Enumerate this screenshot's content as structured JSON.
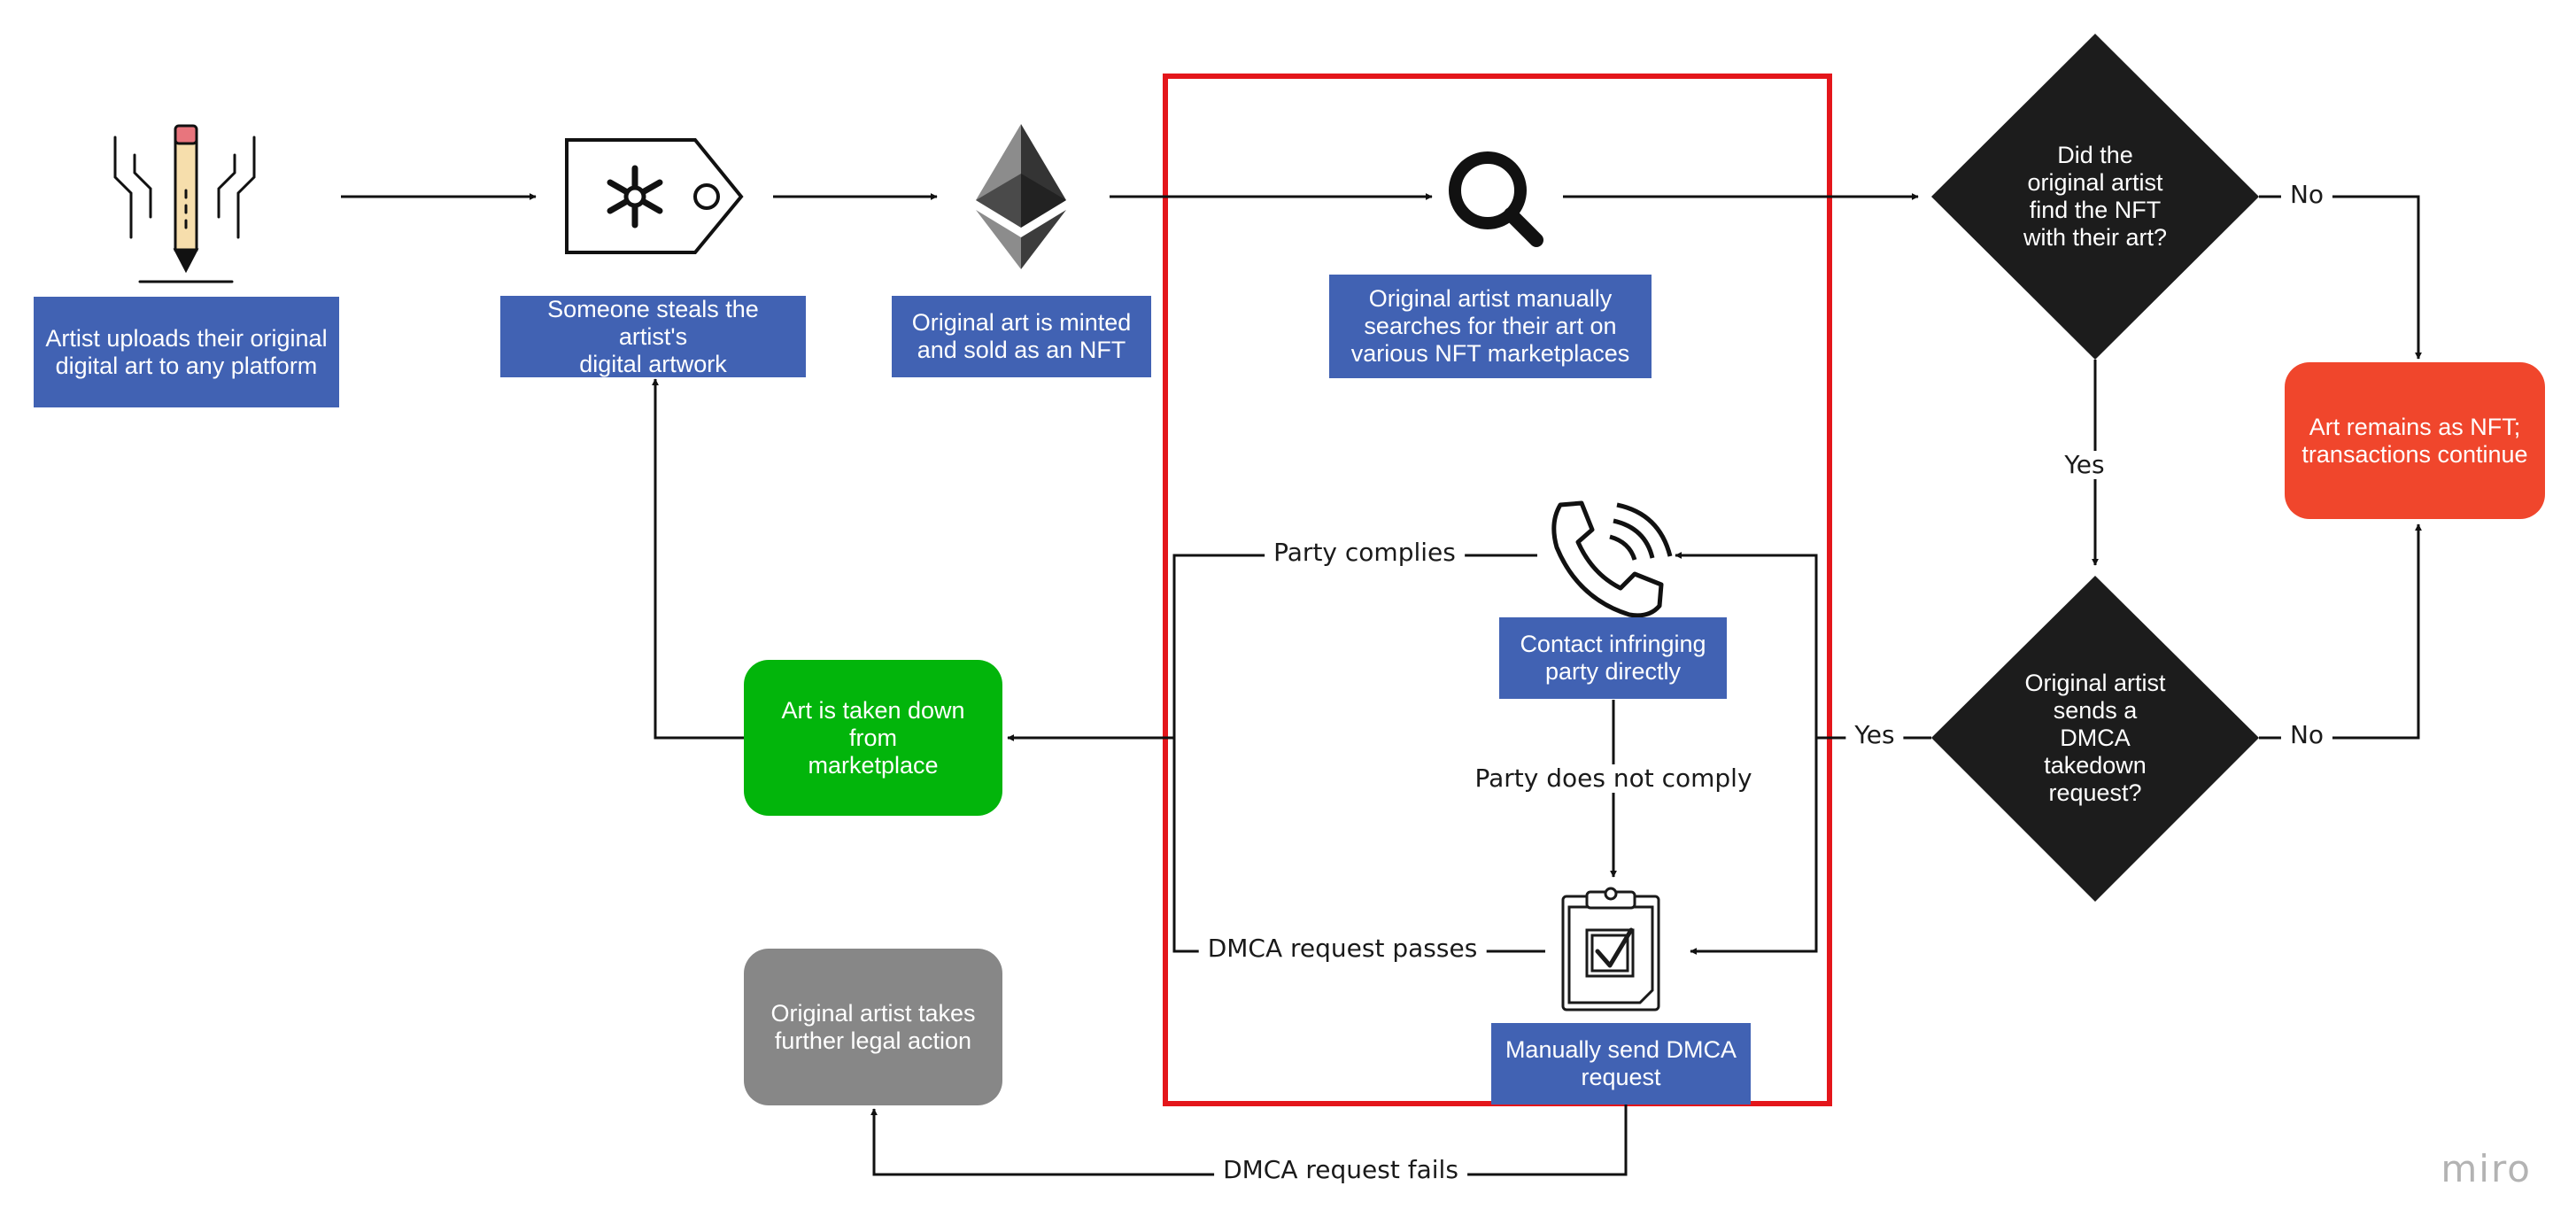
{
  "nodes": {
    "artist_uploads": "Artist uploads their original\ndigital art to any platform",
    "someone_steals": "Someone steals the artist's\ndigital artwork",
    "minted": "Original art is minted\nand sold as an NFT",
    "manual_search": "Original artist manually\nsearches for their art on\nvarious NFT marketplaces",
    "did_find": "Did the\noriginal artist\nfind the NFT\nwith their art?",
    "remains_nft": "Art remains as NFT;\ntransactions continue",
    "sends_dmca": "Original artist\nsends a\nDMCA\ntakedown\nrequest?",
    "contact_party": "Contact infringing\nparty directly",
    "manual_dmca": "Manually send DMCA\nrequest",
    "taken_down": "Art is taken down from\nmarketplace",
    "legal_action": "Original artist takes\nfurther legal action"
  },
  "edges": {
    "no_top": "No",
    "yes_mid": "Yes",
    "no_bottom": "No",
    "yes_left": "Yes",
    "party_complies": "Party complies",
    "party_not_comply": "Party does not comply",
    "dmca_passes": "DMCA request passes",
    "dmca_fails": "DMCA request fails"
  },
  "icons": [
    "pencil-icon",
    "price-tag-icon",
    "ethereum-icon",
    "search-icon",
    "phone-icon",
    "clipboard-check-icon"
  ],
  "brand": "miro",
  "colors": {
    "process_blue": "#4162b3",
    "success_green": "#02b50b",
    "neutral_gray": "#878787",
    "alert_orange": "#f0462c",
    "decision_black": "#1c1c1c",
    "highlight_red": "#e4161b"
  }
}
